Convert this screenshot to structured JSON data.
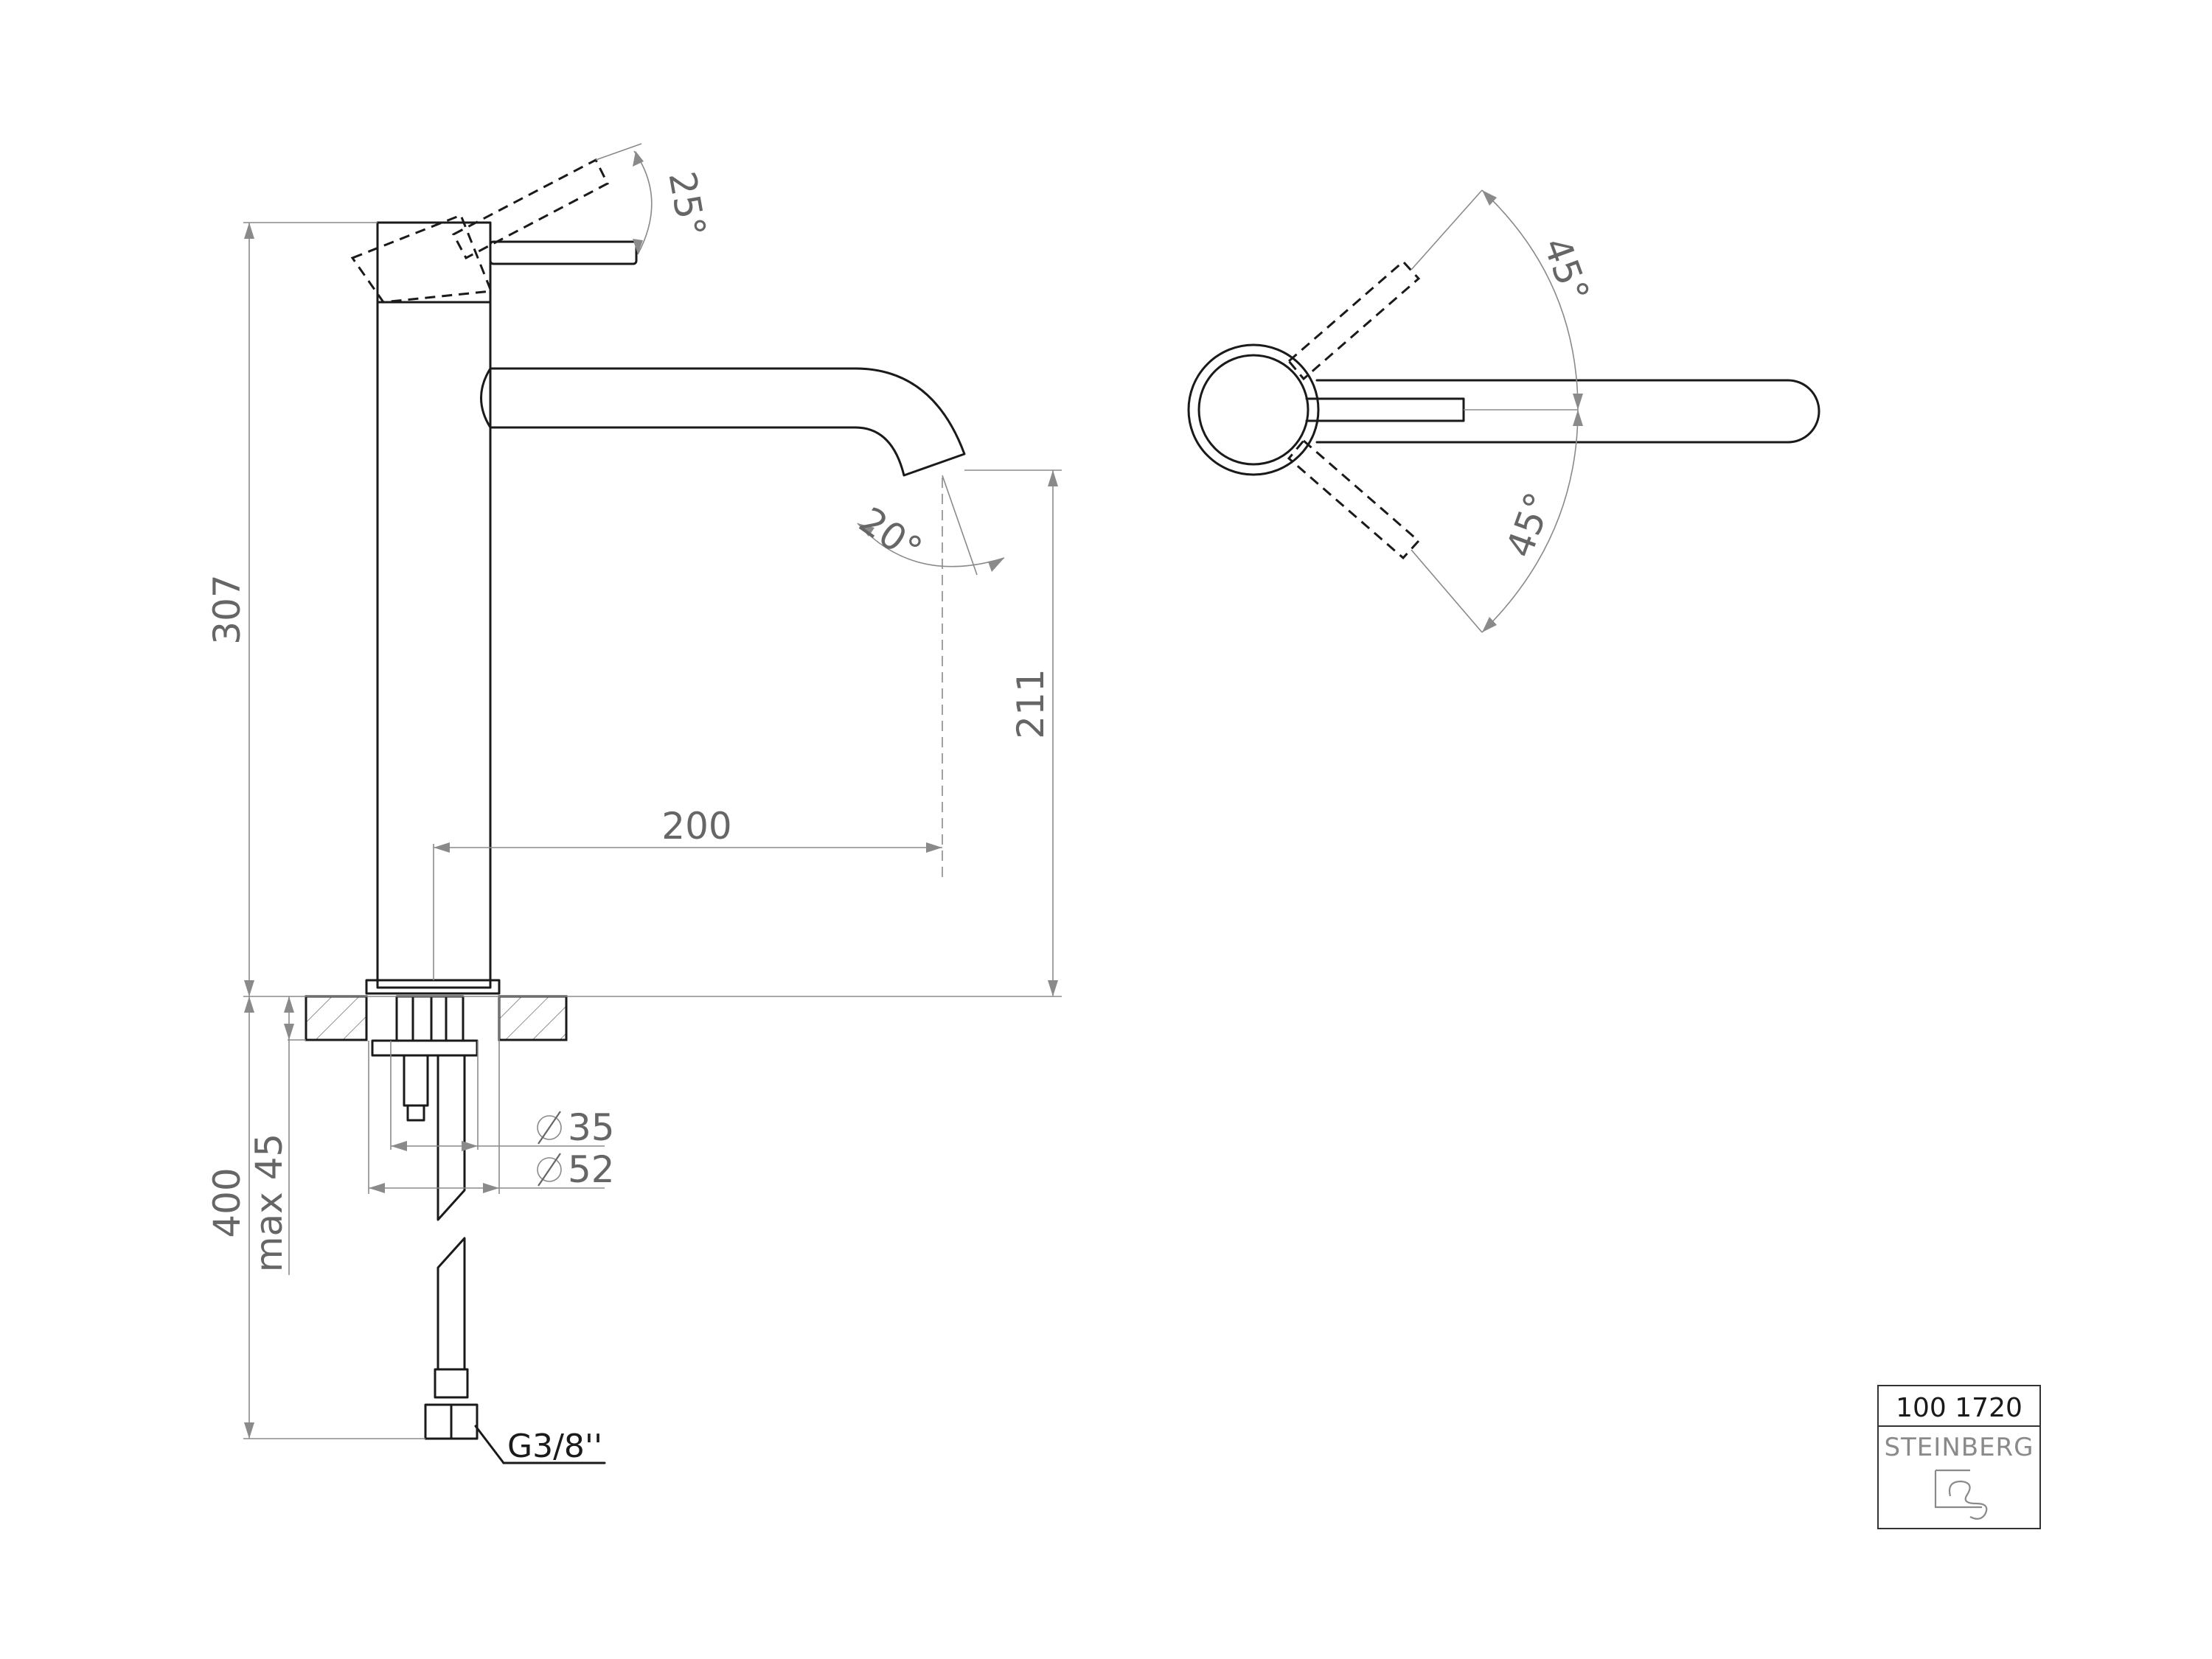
{
  "side_view": {
    "height_total": "307",
    "spout_height": "211",
    "spout_reach": "200",
    "lever_angle": "25°",
    "spout_angle": "20°",
    "hose_length": "400",
    "mount_thickness": "max 45",
    "diameter_inner": "35",
    "diameter_base": "52",
    "connection": "G3/8''"
  },
  "top_view": {
    "rotation_upper": "45°",
    "rotation_lower": "45°"
  },
  "title_block": {
    "article_number": "100 1720",
    "brand": "STEINBERG",
    "logo": "steinberg-logo-icon"
  }
}
